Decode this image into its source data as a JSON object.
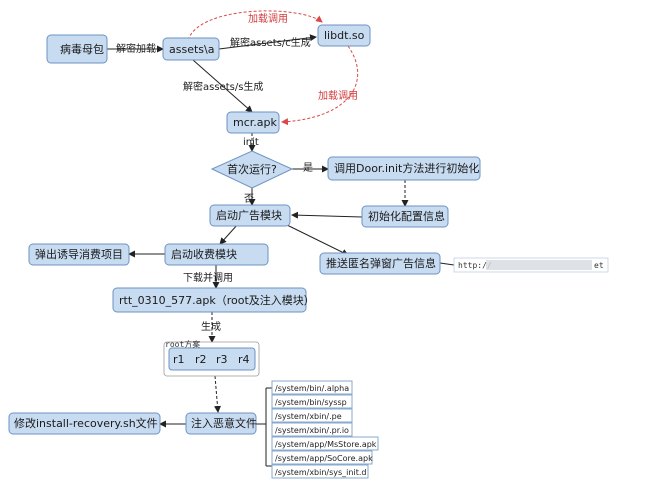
{
  "nodes": {
    "virus_package": "病毒母包",
    "assets_a": "assets\\a",
    "libdt": "libdt.so",
    "mcr_apk": "mcr.apk",
    "first_run": "首次运行?",
    "door_init": "调用Door.init方法进行初始化",
    "start_ad": "启动广告模块",
    "init_config": "初始化配置信息",
    "start_fee": "启动收费模块",
    "popup_consume": "弹出诱导消费项目",
    "push_ad": "推送匿名弹窗广告信息",
    "rtt_apk": "rtt_0310_577.apk（root及注入模块）",
    "inject": "注入恶意文件",
    "modify_recovery": "修改install-recovery.sh文件"
  },
  "edge_labels": {
    "decrypt_load": "解密加载",
    "decrypt_c_gen": "解密assets/c生成",
    "decrypt_s_gen": "解密assets/s生成",
    "load_call_top": "加载调用",
    "load_call_right": "加载调用",
    "init": "init",
    "yes": "是",
    "no": "否",
    "download_call": "下载并调用",
    "generate": "生成"
  },
  "url": "http://",
  "url_tail": "et",
  "root_group": {
    "label": "root方案",
    "items": [
      "r1",
      "r2",
      "r3",
      "r4"
    ]
  },
  "files": [
    "/system/bin/.alpha",
    "/system/bin/syssp",
    "/system/xbin/.pe",
    "/system/xbin/.pr.io",
    "/system/app/MsStore.apk",
    "/system/app/SoCore.apk",
    "/system/xbin/sys_init.d"
  ],
  "colors": {
    "node_fill": "#c7dbf1",
    "node_stroke": "#6e93c2",
    "load_arrow": "#d84a4a"
  }
}
